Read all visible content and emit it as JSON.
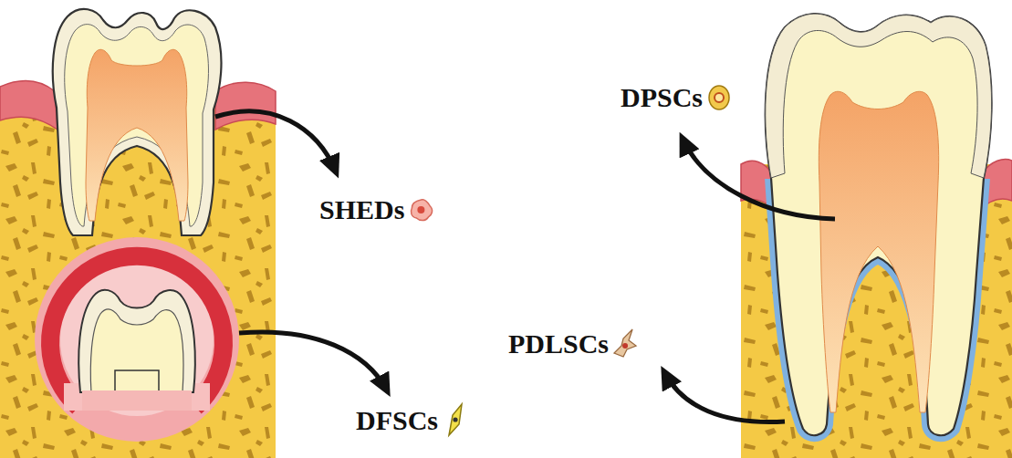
{
  "diagram": {
    "labels": [
      "SHEDs",
      "DFSCs",
      "DPSCs",
      "PDLSCs"
    ]
  }
}
